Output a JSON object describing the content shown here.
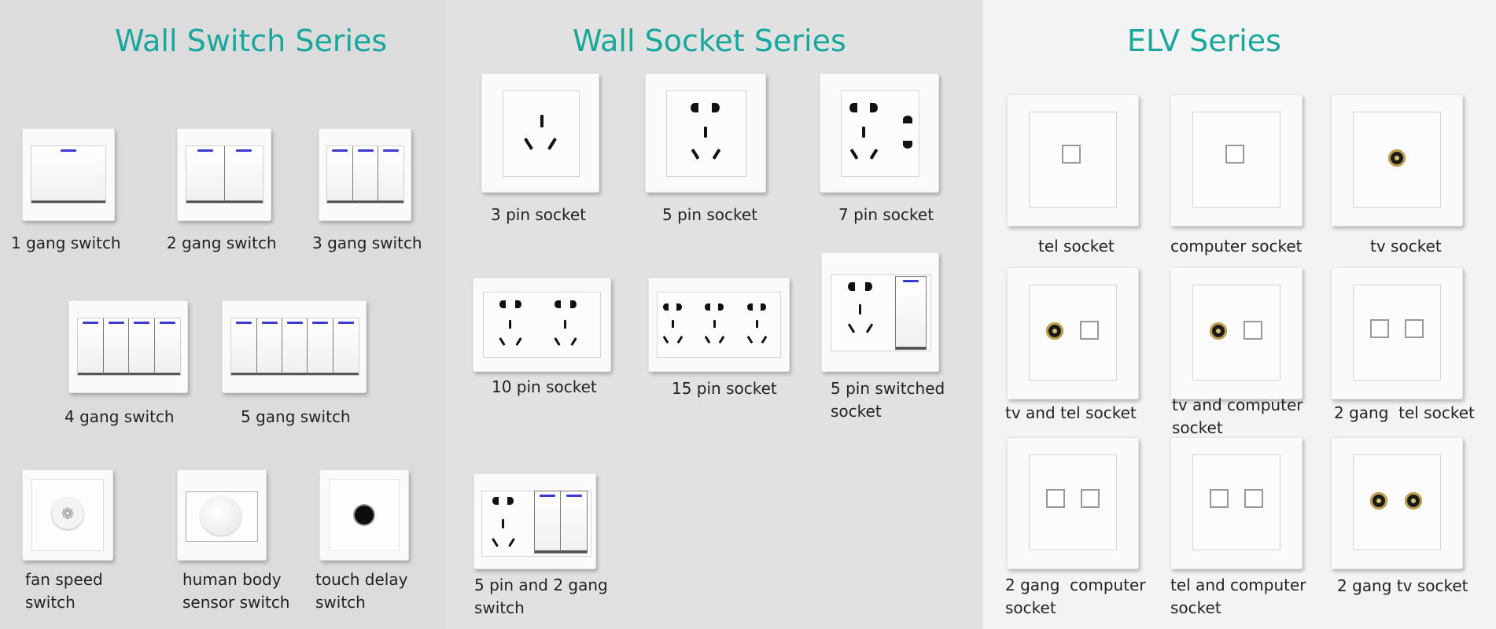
{
  "sections": {
    "switch": {
      "title": "Wall Switch Series"
    },
    "socket": {
      "title": "Wall Socket Series"
    },
    "elv": {
      "title": "ELV Series"
    }
  },
  "colors": {
    "title": "#17a79c",
    "led": "#3a3ad0"
  },
  "switch_items": [
    {
      "label": "1 gang switch"
    },
    {
      "label": "2 gang switch"
    },
    {
      "label": "3 gang switch"
    },
    {
      "label": "4 gang switch"
    },
    {
      "label": "5 gang switch"
    },
    {
      "label": [
        "fan speed",
        "switch"
      ]
    },
    {
      "label": [
        "human body",
        "sensor switch"
      ]
    },
    {
      "label": [
        "touch delay",
        "switch"
      ]
    }
  ],
  "socket_items": [
    {
      "label": "3 pin socket"
    },
    {
      "label": "5 pin socket"
    },
    {
      "label": "7 pin socket"
    },
    {
      "label": "10 pin socket"
    },
    {
      "label": "15 pin socket"
    },
    {
      "label": [
        "5 pin switched",
        " socket"
      ]
    },
    {
      "label": [
        "5 pin and 2 gang",
        "switch"
      ]
    }
  ],
  "elv_items": [
    {
      "label": "tel socket"
    },
    {
      "label": "computer socket"
    },
    {
      "label": "tv socket"
    },
    {
      "label": "tv and tel socket"
    },
    {
      "label": [
        "tv and computer",
        "socket"
      ]
    },
    {
      "label": "2 gang  tel socket"
    },
    {
      "label": [
        "2 gang  computer",
        "socket"
      ]
    },
    {
      "label": [
        "tel and computer",
        "socket"
      ]
    },
    {
      "label": "2 gang tv socket"
    }
  ]
}
